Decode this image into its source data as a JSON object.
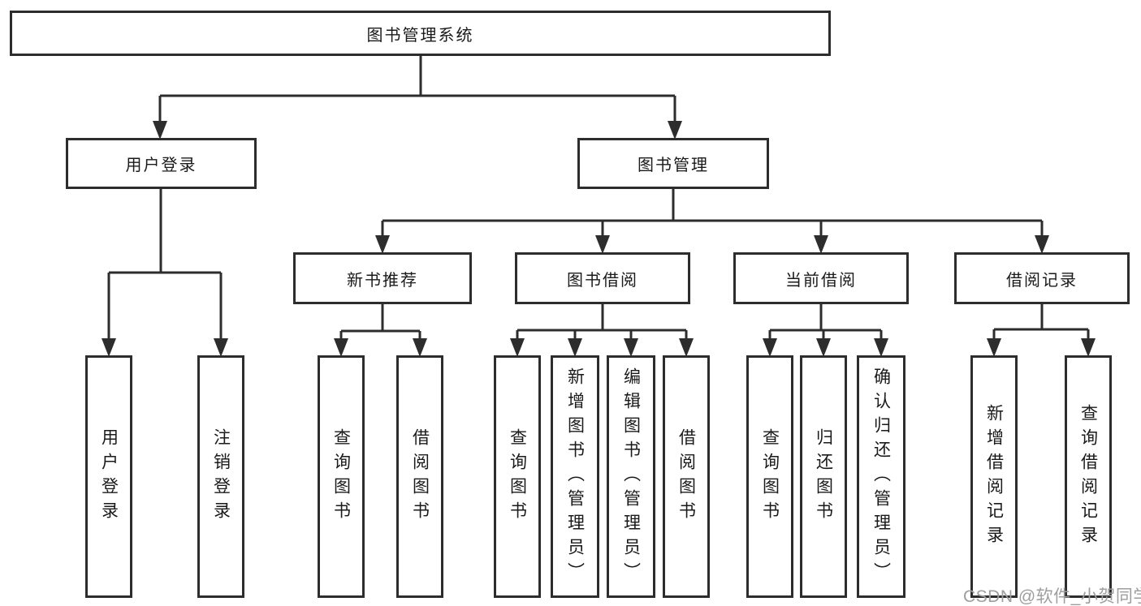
{
  "watermark": "CSDN @软件_小贺同学",
  "colors": {
    "line": "#2d2d2d",
    "text": "#1a1a1a",
    "watermark": "#9e9e9e",
    "background": "#ffffff"
  },
  "tree": {
    "root": {
      "label": "图书管理系统"
    },
    "level2": [
      {
        "id": "user-login",
        "label": "用户登录"
      },
      {
        "id": "book-management",
        "label": "图书管理"
      }
    ],
    "level3": [
      {
        "id": "new-book-recommend",
        "parent": "图书管理",
        "label": "新书推荐"
      },
      {
        "id": "book-borrow",
        "parent": "图书管理",
        "label": "图书借阅"
      },
      {
        "id": "current-borrow",
        "parent": "图书管理",
        "label": "当前借阅"
      },
      {
        "id": "borrow-records",
        "parent": "图书管理",
        "label": "借阅记录"
      }
    ],
    "leaves": [
      {
        "id": "user-login-leaf",
        "parent": "用户登录",
        "label": "用户登录"
      },
      {
        "id": "logout-login",
        "parent": "用户登录",
        "label": "注销登录"
      },
      {
        "id": "recommend-query-books",
        "parent": "新书推荐",
        "label": "查询图书"
      },
      {
        "id": "recommend-borrow-books",
        "parent": "新书推荐",
        "label": "借阅图书"
      },
      {
        "id": "borrow-query-books",
        "parent": "图书借阅",
        "label": "查询图书"
      },
      {
        "id": "borrow-add-books",
        "parent": "图书借阅",
        "label": "新增图书（管理员）"
      },
      {
        "id": "borrow-edit-books",
        "parent": "图书借阅",
        "label": "编辑图书（管理员）"
      },
      {
        "id": "borrow-borrow-books",
        "parent": "图书借阅",
        "label": "借阅图书"
      },
      {
        "id": "current-query-books",
        "parent": "当前借阅",
        "label": "查询图书"
      },
      {
        "id": "current-return-books",
        "parent": "当前借阅",
        "label": "归还图书"
      },
      {
        "id": "current-confirm-return",
        "parent": "当前借阅",
        "label": "确认归还（管理员）"
      },
      {
        "id": "records-add-record",
        "parent": "借阅记录",
        "label": "新增借阅记录"
      },
      {
        "id": "records-query-record",
        "parent": "借阅记录",
        "label": "查询借阅记录"
      }
    ]
  }
}
